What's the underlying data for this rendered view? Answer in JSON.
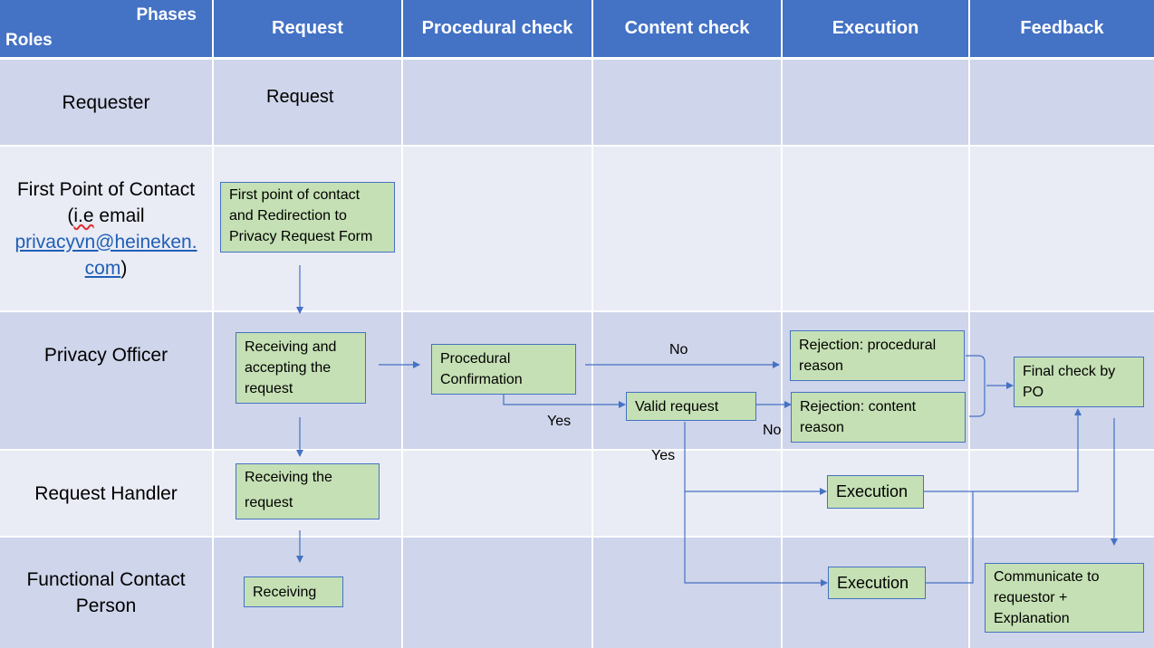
{
  "header": {
    "phases_label": "Phases",
    "roles_label": "Roles",
    "columns": [
      "Request",
      "Procedural check",
      "Content check",
      "Execution",
      "Feedback"
    ]
  },
  "roles": {
    "requester": "Requester",
    "first_contact_line1": "First Point of Contact",
    "first_contact_open": "(",
    "first_contact_ie": "i.e",
    "first_contact_email_label": " email",
    "first_contact_email_part1": "privacyvn@heineken.",
    "first_contact_email_part2": "com",
    "first_contact_close": ")",
    "privacy_officer": "Privacy Officer",
    "request_handler": "Request Handler",
    "functional_contact": "Functional Contact Person"
  },
  "nodes": {
    "request": "Request",
    "first_point": "First point of contact and Redirection to Privacy Request Form",
    "receiving_accepting": "Receiving and accepting the request",
    "procedural_confirmation": "Procedural Confirmation",
    "valid_request": "Valid request",
    "rejection_procedural": "Rejection: procedural reason",
    "rejection_content": "Rejection: content reason",
    "final_check": "Final check by PO",
    "receiving_request": "Receiving the request",
    "receiving": "Receiving",
    "execution_handler": "Execution",
    "execution_contact": "Execution",
    "communicate": "Communicate to requestor + Explanation"
  },
  "edge_labels": {
    "no_procedural": "No",
    "yes_procedural": "Yes",
    "no_content": "No",
    "yes_content": "Yes"
  },
  "colors": {
    "header": "#4472c4",
    "row_dark": "#cfd5ea",
    "row_light": "#e9ebf5",
    "box_fill": "#c5e0b4",
    "box_border": "#4472c4",
    "arrow": "#4472c4"
  }
}
